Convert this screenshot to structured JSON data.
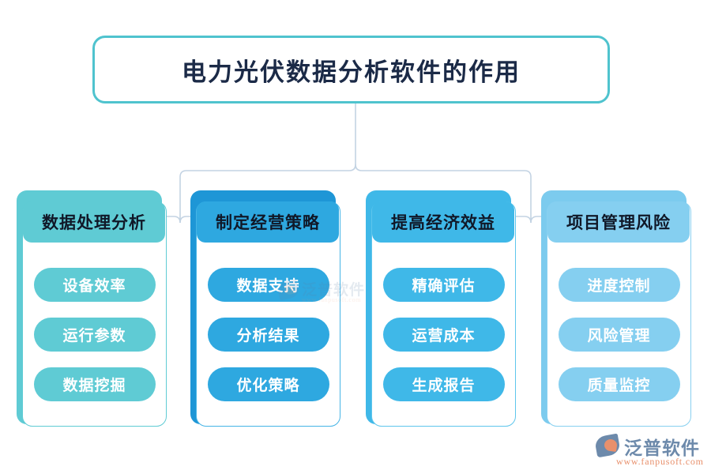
{
  "diagram": {
    "title": "电力光伏数据分析软件的作用",
    "title_border_color": "#4FC3CE",
    "title_text_color": "#1b2a47",
    "connector_color": "#c3d3e3",
    "background": "#ffffff",
    "columns": [
      {
        "header": "数据处理分析",
        "color": "#5FCBD4",
        "pill_color": "#5FCBD4",
        "border_color": "#5FCBD4",
        "items": [
          "设备效率",
          "运行参数",
          "数据挖掘"
        ]
      },
      {
        "header": "制定经营策略",
        "color": "#1E96D6",
        "pill_color": "#2EA8E0",
        "border_color": "#45B4E6",
        "items": [
          "数据支持",
          "分析结果",
          "优化策略"
        ]
      },
      {
        "header": "提高经济效益",
        "color": "#3FB8E8",
        "pill_color": "#3FB8E8",
        "border_color": "#5EC6EC",
        "items": [
          "精确评估",
          "运营成本",
          "生成报告"
        ]
      },
      {
        "header": "项目管理风险",
        "color": "#7CCBEE",
        "pill_color": "#85CFF0",
        "border_color": "#88D0F0",
        "items": [
          "进度控制",
          "风险管理",
          "质量监控"
        ]
      }
    ]
  },
  "watermark": {
    "name": "泛普软件",
    "url": "www.fanpusoft.com"
  },
  "brand": {
    "name": "泛普软件",
    "url": "www.fanpusoft.com",
    "name_color": "#6d8aab",
    "url_color": "#e8906c"
  }
}
